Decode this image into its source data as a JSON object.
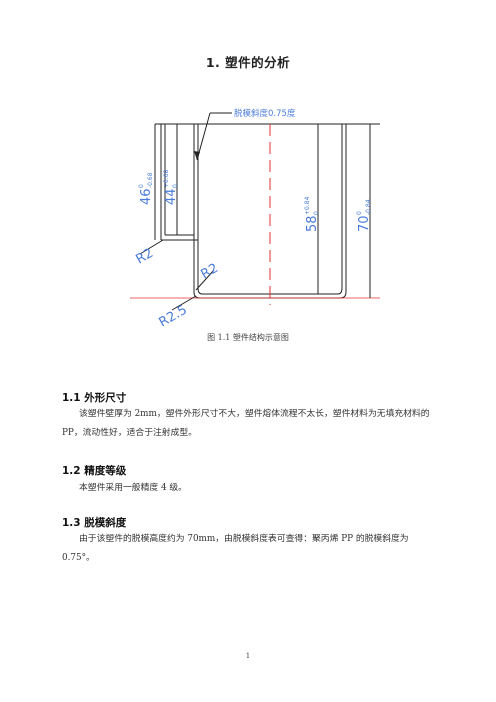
{
  "heading": "1.  塑件的分析",
  "figure": {
    "annotation_draft": "脱模斜度0.75度",
    "dim_46": "46",
    "dim_46_tol_top": "0",
    "dim_46_tol_bottom": "-0.68",
    "dim_44": "44",
    "dim_44_tol_top": "+0.68",
    "dim_44_tol_bottom": "0",
    "dim_58": "58",
    "dim_58_tol_top": "+0.84",
    "dim_58_tol_bottom": "0",
    "dim_70": "70",
    "dim_70_tol_top": "0",
    "dim_70_tol_bottom": "-0.84",
    "radius_left": "R2",
    "radius_mid": "R2",
    "radius_bottom": "R2.5",
    "caption": "图 1.1   塑件结构示意图"
  },
  "sections": [
    {
      "heading": "1.1 外形尺寸",
      "text": "该塑件壁厚为 2mm，塑件外形尺寸不大，塑件熔体流程不太长，塑件材料为无填充材料的 PP，流动性好，适合于注射成型。"
    },
    {
      "heading": "1.2 精度等级",
      "text": "本塑件采用一般精度 4 级。"
    },
    {
      "heading": "1.3 脱模斜度",
      "text": "由于该塑件的脱模高度约为 70mm，由脱模斜度表可查得：聚丙烯 PP 的脱模斜度为 0.75°。"
    }
  ],
  "page_number": "1",
  "colors": {
    "dimension_blue": "#4a7bd8",
    "center_red": "#e23030"
  }
}
